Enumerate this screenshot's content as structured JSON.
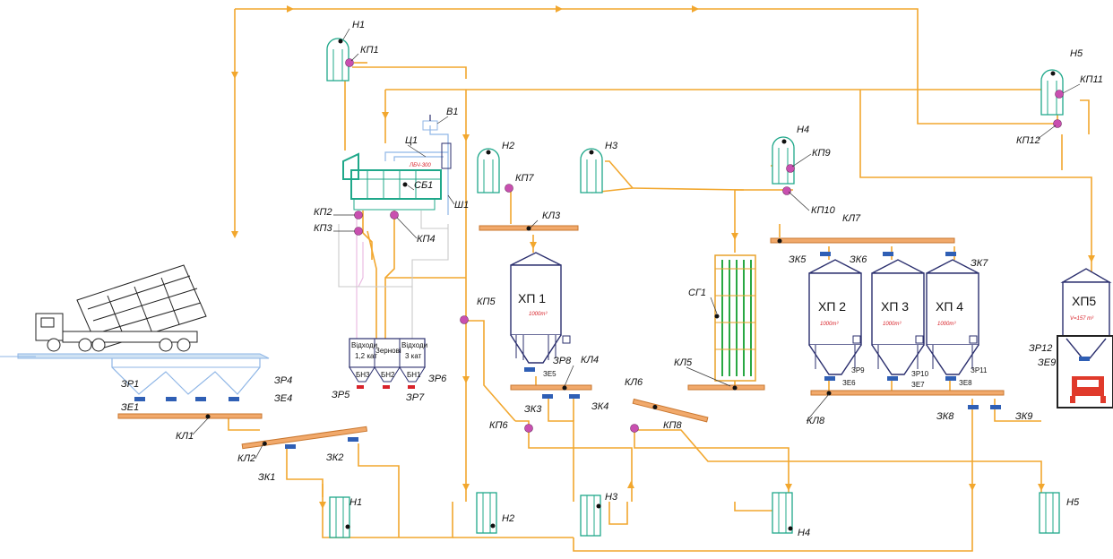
{
  "colors": {
    "pipe": "#f2a72e",
    "silo": "#2b2f6e",
    "conveyor": "#f1a96b",
    "separator": "#1fa88a",
    "dryer_rack": "#29a844",
    "valve": "#c94fb0",
    "gate": "#d8232a",
    "aspiration": "#8fb6e6"
  },
  "elevators": {
    "top": [
      "Н1",
      "Н2",
      "Н3",
      "Н4",
      "Н5"
    ],
    "bottom": [
      "Н1",
      "Н2",
      "Н3",
      "Н4",
      "Н5"
    ]
  },
  "valves": [
    "КП1",
    "КП2",
    "КП3",
    "КП4",
    "КП5",
    "КП6",
    "КП7",
    "КП8",
    "КП9",
    "КП10",
    "КП11",
    "КП12"
  ],
  "conveyors": [
    "КЛ1",
    "КЛ2",
    "КЛ3",
    "КЛ4",
    "КЛ5",
    "КЛ6",
    "КЛ7",
    "КЛ8"
  ],
  "gates_zk": [
    "ЗК1",
    "ЗК2",
    "ЗК3",
    "ЗК4",
    "ЗК5",
    "ЗК6",
    "ЗК7",
    "ЗК8",
    "ЗК9"
  ],
  "gates_zr": [
    "ЗР1",
    "ЗР4",
    "ЗР5",
    "ЗР6",
    "ЗР7",
    "ЗР8",
    "ЗР9",
    "ЗР10",
    "ЗР11",
    "ЗР12"
  ],
  "sensors_ze": [
    "ЗЕ1",
    "ЗЕ4",
    "ЗЕ5",
    "ЗЕ6",
    "ЗЕ7",
    "ЗЕ8",
    "ЗЕ9"
  ],
  "equipment": {
    "separator": "СБ1",
    "separator_badge": "ЛБЧ-300",
    "cyclone": "Ц1",
    "fan": "В1",
    "sluice": "Ш1",
    "dryer": "СГ1"
  },
  "bins": [
    {
      "name": "Відходи",
      "sub1": "1,2 кат",
      "code": "БН3"
    },
    {
      "name": "Зернові",
      "sub1": "",
      "code": "БН2"
    },
    {
      "name": "Відходи",
      "sub1": "3 кат",
      "code": "БН1"
    }
  ],
  "silos": [
    {
      "name": "ХП 1",
      "capacity": "1000т³"
    },
    {
      "name": "ХП 2",
      "capacity": "1000т³"
    },
    {
      "name": "ХП 3",
      "capacity": "1000т³"
    },
    {
      "name": "ХП 4",
      "capacity": "1000т³"
    },
    {
      "name": "ХП5",
      "capacity": "V=157 т³"
    }
  ]
}
